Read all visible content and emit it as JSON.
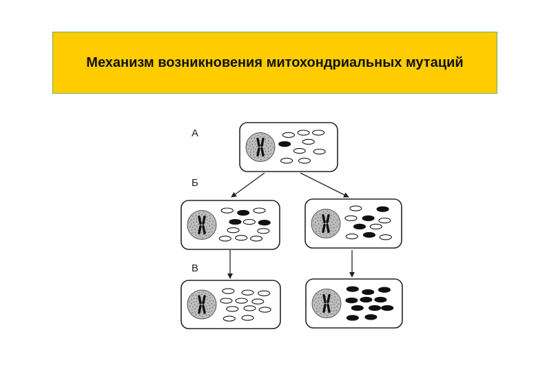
{
  "slide": {
    "title": "Механизм возникновения митохондриальных мутаций"
  },
  "stages": {
    "a": "А",
    "b": "Б",
    "v": "В"
  },
  "colors": {
    "title_background": "#ffcc00",
    "title_border": "#6fa86f",
    "mitochondria_mutant": "#111111",
    "mitochondria_normal": "#ffffff"
  },
  "cells": [
    {
      "id": "parent",
      "stage": "А",
      "mitochondria_total": 9,
      "mitochondria_mutant": 1
    },
    {
      "id": "daughter-left",
      "stage": "Б",
      "mitochondria_total": 11,
      "mitochondria_mutant": 3
    },
    {
      "id": "daughter-right",
      "stage": "Б",
      "mitochondria_total": 10,
      "mitochondria_mutant": 4
    },
    {
      "id": "granddaughter-left",
      "stage": "В",
      "mitochondria_total": 11,
      "mitochondria_mutant": 0
    },
    {
      "id": "granddaughter-right",
      "stage": "В",
      "mitochondria_total": 11,
      "mitochondria_mutant": 11
    }
  ]
}
